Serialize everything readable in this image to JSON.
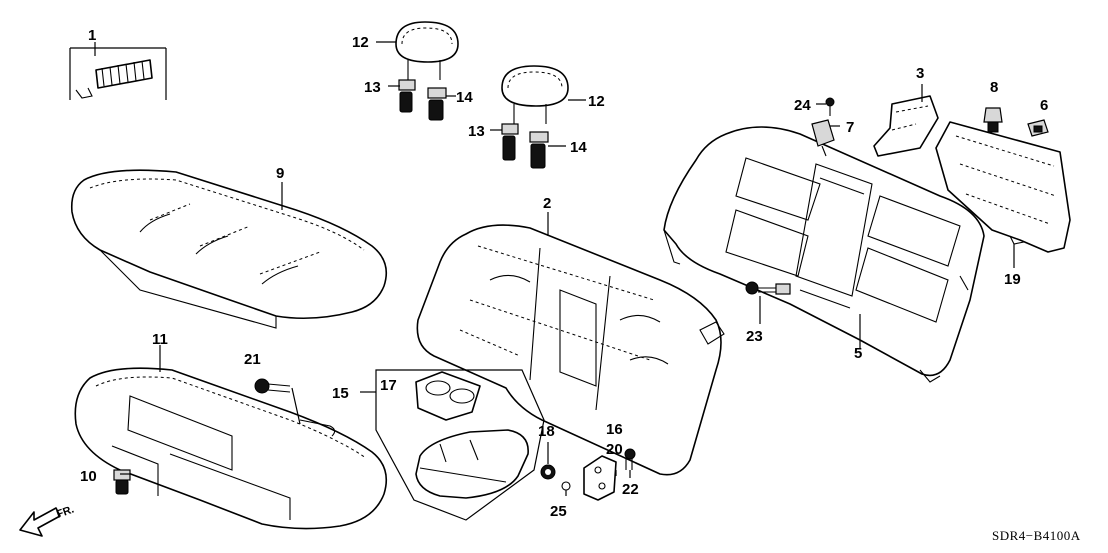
{
  "callouts": {
    "c1": "1",
    "c2": "2",
    "c3": "3",
    "c5": "5",
    "c6": "6",
    "c7": "7",
    "c8": "8",
    "c9": "9",
    "c10": "10",
    "c11": "11",
    "c12a": "12",
    "c12b": "12",
    "c13a": "13",
    "c13b": "13",
    "c14a": "14",
    "c14b": "14",
    "c15": "15",
    "c16": "16",
    "c17": "17",
    "c18": "18",
    "c19": "19",
    "c20": "20",
    "c21": "21",
    "c22": "22",
    "c23": "23",
    "c24": "24",
    "c25": "25"
  },
  "direction": {
    "label": "FR."
  },
  "diagram_code": "SDR4−B4100A",
  "icons": {
    "arrow": "front-direction-arrow-icon"
  }
}
